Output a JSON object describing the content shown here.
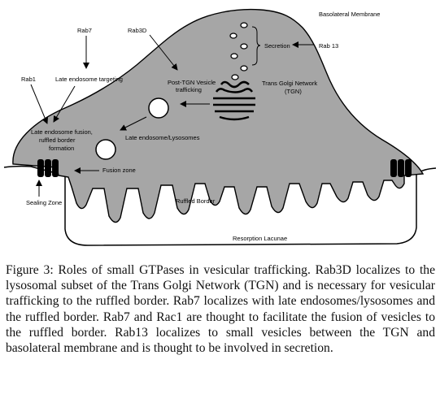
{
  "figure": {
    "labels": {
      "basolateral_membrane": "Basolateral Membrane",
      "rab3d": "Rab3D",
      "rab7": "Rab7",
      "rab1": "Rab1",
      "late_endosome_targeting": "Late endosome targeting",
      "secretion": "Secretion",
      "rab13": "Rab 13",
      "post_tgn_line1": "Post-TGN Vesicle",
      "post_tgn_line2": "trafficking",
      "tgn_line1": "Trans Golgi Network",
      "tgn_line2": "(TGN)",
      "late_endo_lyso": "Late endosome/Lysosomes",
      "fusion_line1": "Late endosome fusion,",
      "fusion_line2": "ruffled border",
      "fusion_line3": "formation",
      "fusion_zone": "Fusion zone",
      "sealing_zone": "Sealing Zone",
      "ruffled_border": "Ruffled Border",
      "resorption_lacunae": "Resorption Lacunae"
    },
    "colors": {
      "cell_fill": "#a6a6a6",
      "outline": "#000000",
      "background": "#ffffff"
    }
  },
  "caption": "Figure 3: Roles of small GTPases in vesicular trafficking. Rab3D localizes to the lysosomal subset of the Trans Golgi Network (TGN) and is necessary for vesicular trafficking to the ruffled border. Rab7 localizes with late endosomes/lysosomes and the ruffled border. Rab7 and Rac1 are thought to facilitate the fusion of vesicles to the ruffled border. Rab13 localizes to small vesicles between the TGN and basolateral membrane and is thought to be involved in secretion."
}
